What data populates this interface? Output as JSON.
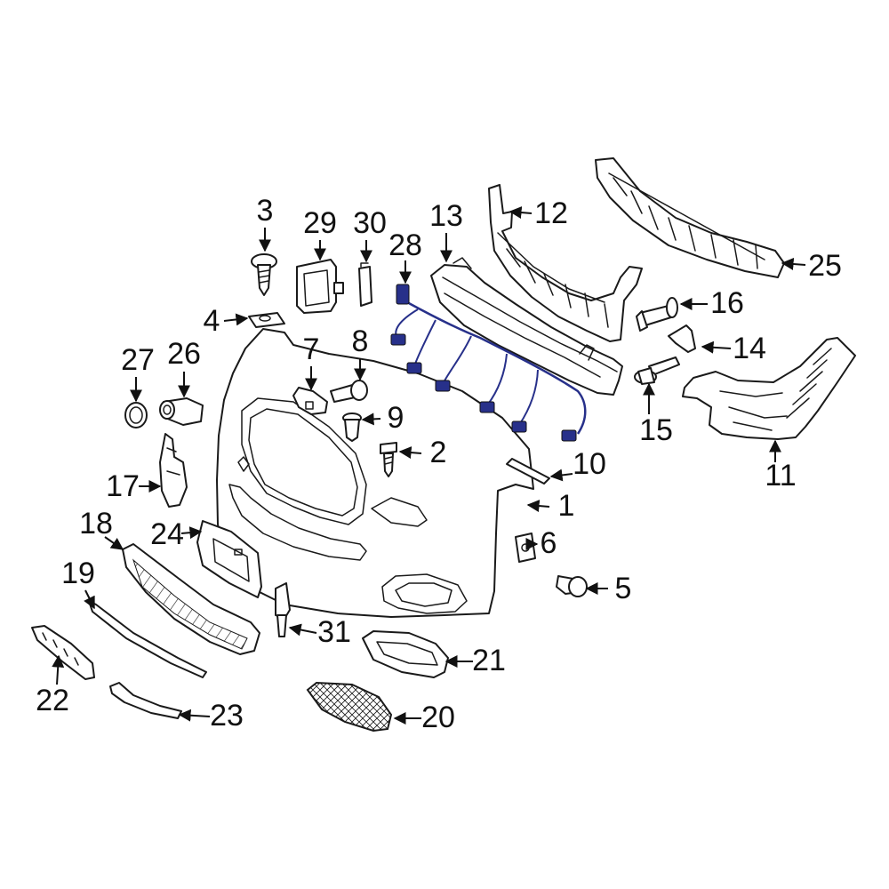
{
  "figure": {
    "accent_color": "#27308a",
    "line_color": "#1a1a1a"
  },
  "parts": [
    {
      "id": "p1",
      "label": "1",
      "name": "bumper-cover"
    },
    {
      "id": "p2",
      "label": "2",
      "name": "screw"
    },
    {
      "id": "p3",
      "label": "3",
      "name": "screw"
    },
    {
      "id": "p4",
      "label": "4",
      "name": "nut"
    },
    {
      "id": "p5",
      "label": "5",
      "name": "bolt"
    },
    {
      "id": "p6",
      "label": "6",
      "name": "clip"
    },
    {
      "id": "p7",
      "label": "7",
      "name": "bracket"
    },
    {
      "id": "p8",
      "label": "8",
      "name": "pin"
    },
    {
      "id": "p9",
      "label": "9",
      "name": "plug"
    },
    {
      "id": "p10",
      "label": "10",
      "name": "trim-strip"
    },
    {
      "id": "p11",
      "label": "11",
      "name": "side-bracket"
    },
    {
      "id": "p12",
      "label": "12",
      "name": "absorber"
    },
    {
      "id": "p13",
      "label": "13",
      "name": "reinforcement"
    },
    {
      "id": "p14",
      "label": "14",
      "name": "bracket"
    },
    {
      "id": "p15",
      "label": "15",
      "name": "rivet"
    },
    {
      "id": "p16",
      "label": "16",
      "name": "rivet"
    },
    {
      "id": "p17",
      "label": "17",
      "name": "bracket"
    },
    {
      "id": "p18",
      "label": "18",
      "name": "grille"
    },
    {
      "id": "p19",
      "label": "19",
      "name": "molding"
    },
    {
      "id": "p20",
      "label": "20",
      "name": "grille-insert"
    },
    {
      "id": "p21",
      "label": "21",
      "name": "bezel"
    },
    {
      "id": "p22",
      "label": "22",
      "name": "molding"
    },
    {
      "id": "p23",
      "label": "23",
      "name": "molding"
    },
    {
      "id": "p24",
      "label": "24",
      "name": "license-bracket"
    },
    {
      "id": "p25",
      "label": "25",
      "name": "absorber"
    },
    {
      "id": "p26",
      "label": "26",
      "name": "sensor"
    },
    {
      "id": "p27",
      "label": "27",
      "name": "ring"
    },
    {
      "id": "p28",
      "label": "28",
      "name": "wire-harness"
    },
    {
      "id": "p29",
      "label": "29",
      "name": "module"
    },
    {
      "id": "p30",
      "label": "30",
      "name": "bracket"
    },
    {
      "id": "p31",
      "label": "31",
      "name": "sensor"
    }
  ]
}
